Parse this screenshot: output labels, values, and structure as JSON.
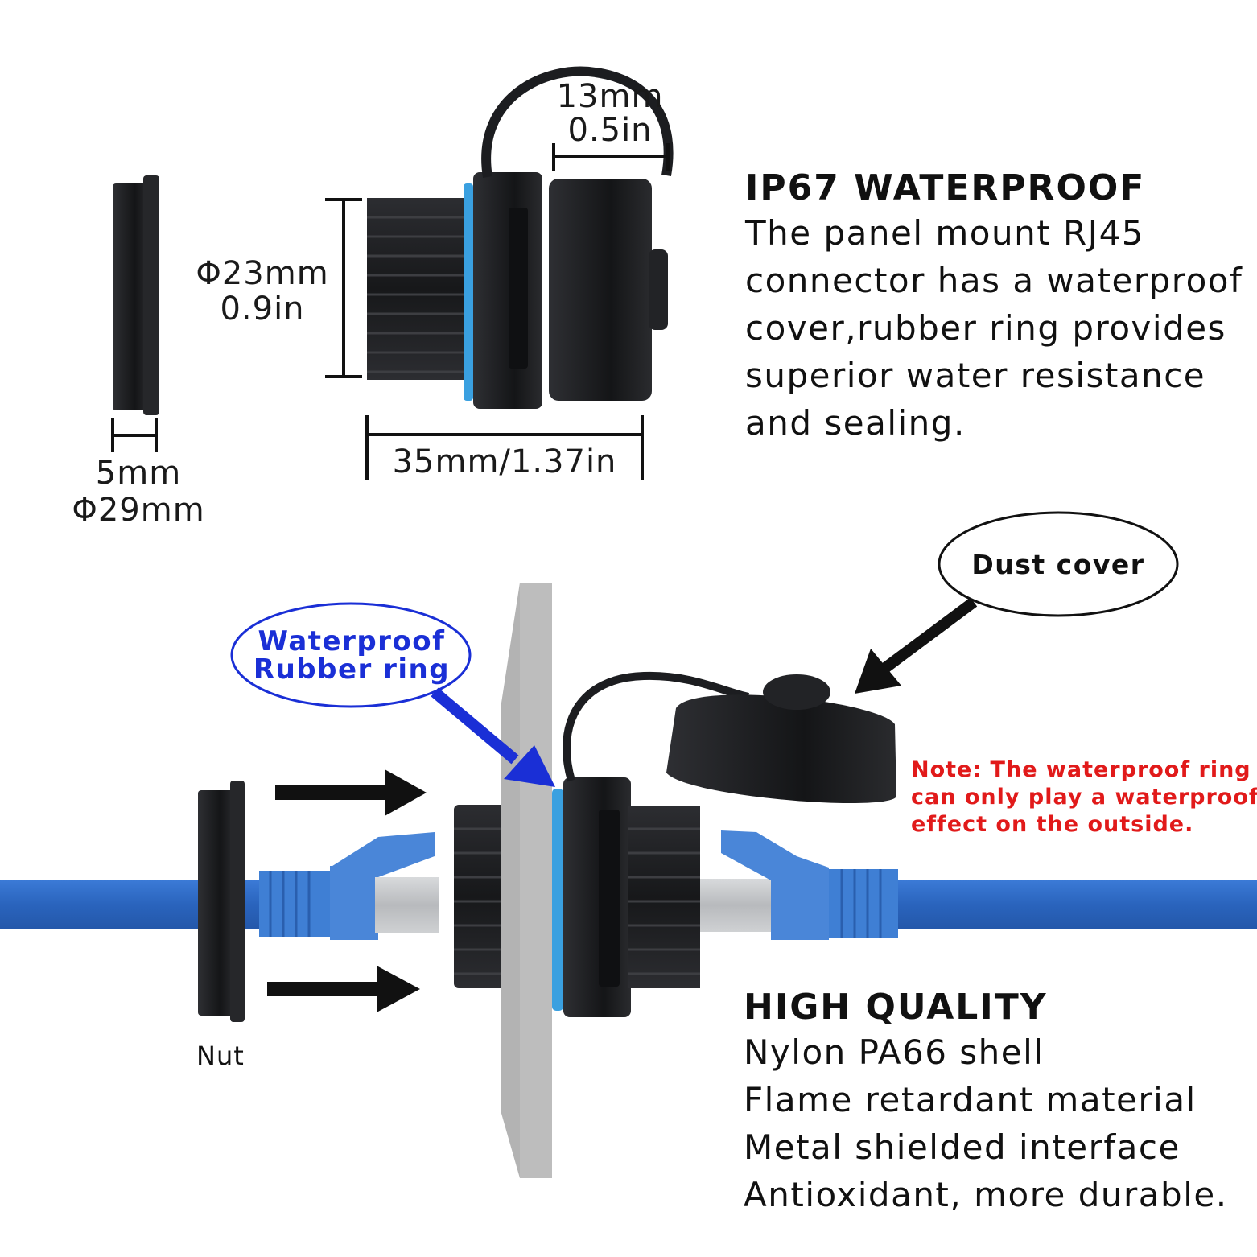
{
  "colors": {
    "cable_blue": "#2d6dc8",
    "plug_blue": "#4a86d8",
    "seal_ring": "#3aa0e0",
    "connector_black": "#1e1f22",
    "panel_gray": "#b3b3b3",
    "metal_shield": "#c9cbcd",
    "note_red": "#e11a1a",
    "label_blue": "#1a2fd6"
  },
  "dimensions": {
    "cap_width_mm": "13mm",
    "cap_width_in": "0.5in",
    "thread_dia_mm": "Φ23mm",
    "thread_dia_in": "0.9in",
    "length": "35mm/1.37in",
    "nut_thickness": "5mm",
    "nut_dia": "Φ29mm"
  },
  "waterproof": {
    "heading": "IP67 WATERPROOF",
    "lines": [
      "The panel mount RJ45",
      "connector has a waterproof",
      "cover,rubber ring provides",
      "superior water resistance",
      "and sealing."
    ]
  },
  "quality": {
    "heading": "HIGH QUALITY",
    "lines": [
      "Nylon PA66 shell",
      "Flame retardant material",
      "Metal shielded interface",
      "Antioxidant, more durable."
    ]
  },
  "callouts": {
    "dust_cover": "Dust cover",
    "rubber_ring": [
      "Waterproof",
      "Rubber ring"
    ],
    "nut": "Nut"
  },
  "note": [
    "Note: The waterproof ring",
    "can only play a waterproof",
    "effect on the outside."
  ]
}
